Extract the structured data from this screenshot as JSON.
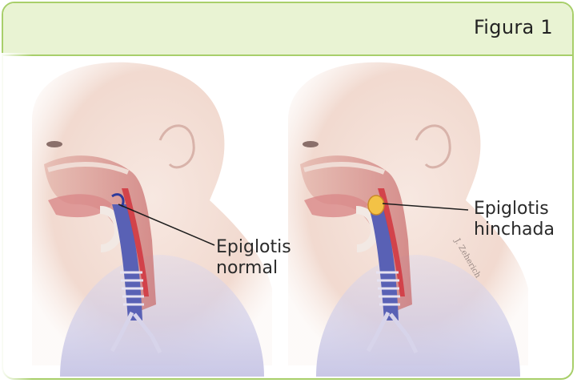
{
  "figure": {
    "title": "Figura 1"
  },
  "panels": [
    {
      "id": "left",
      "label_line1": "Epiglotis",
      "label_line2": "normal"
    },
    {
      "id": "right",
      "label_line1": "Epiglotis",
      "label_line2": "hinchada"
    }
  ],
  "signature": "J. Zeherich",
  "colors": {
    "frame": "#a8cf6a",
    "header": "#e9f3d3",
    "skin": "#f4e2da",
    "lung": "#c9c8e6",
    "airway": "#5961b5",
    "artery": "#d13a43",
    "swelling": "#f3c246"
  }
}
